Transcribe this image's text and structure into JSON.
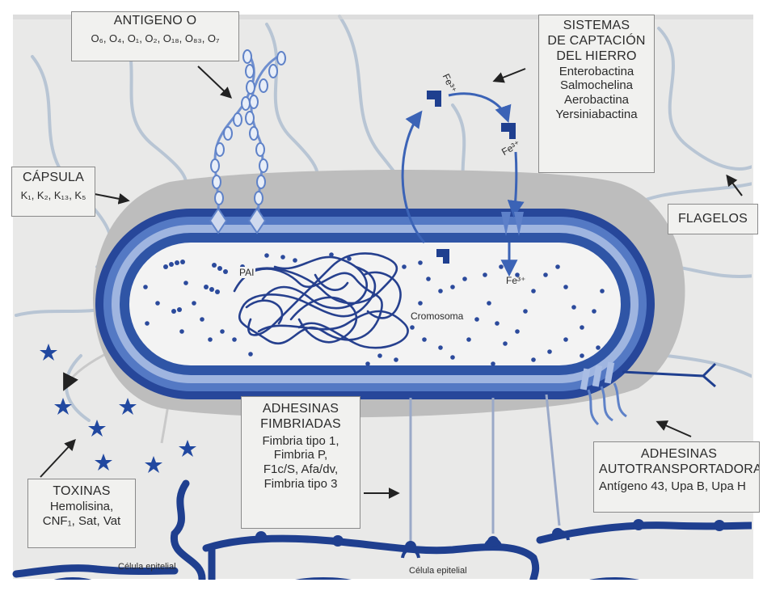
{
  "colors": {
    "paper": "#efefee",
    "membrane_dark": "#24489a",
    "membrane_mid": "#4a6fbd",
    "membrane_light": "#a9bde4",
    "capsule": "#b9b9b9",
    "cytoplasm": "#f2f2f2",
    "dna": "#23398a",
    "label_box": "#f1f1ef",
    "lines": "#b9c6d6"
  },
  "labels": {
    "antigeno": {
      "title": "ANTIGENO O",
      "body": "O₆, O₄, O₁, O₂, O₁₈, O₈₃, O₇"
    },
    "hierro": {
      "title_lines": [
        "SISTEMAS",
        "DE CAPTACIÓN",
        "DEL HIERRO"
      ],
      "items": [
        "Enterobactina",
        "Salmochelina",
        "Aerobactina",
        "Yersiniabactina"
      ]
    },
    "capsula": {
      "title": "CÁPSULA",
      "body": "K₁, K₂, K₁₃, K₅"
    },
    "flagelos": {
      "title": "FLAGELOS"
    },
    "fimbriadas": {
      "title_lines": [
        "ADHESINAS",
        "FIMBRIADAS"
      ],
      "items": [
        "Fimbria tipo 1,",
        "Fimbria P,",
        "F1c/S, Afa/dv,",
        "Fimbria tipo 3"
      ]
    },
    "autotransportadoras": {
      "title_lines": [
        "ADHESINAS",
        "AUTOTRANSPORTADORAS"
      ],
      "body": "Antígeno 43, Upa B, Upa H"
    },
    "toxinas": {
      "title": "TOXINAS",
      "items": [
        "Hemolisina,",
        "CNF₁, Sat, Vat"
      ]
    }
  },
  "inline_text": {
    "pai": "PAI",
    "cromosoma": "Cromosoma",
    "fe3_top": "Fe³⁺",
    "fe3_right": "Fe³⁺",
    "fe3_inside": "Fe³⁺",
    "celula_left": "Célula epitelial",
    "celula_center": "Célula epitelial"
  }
}
